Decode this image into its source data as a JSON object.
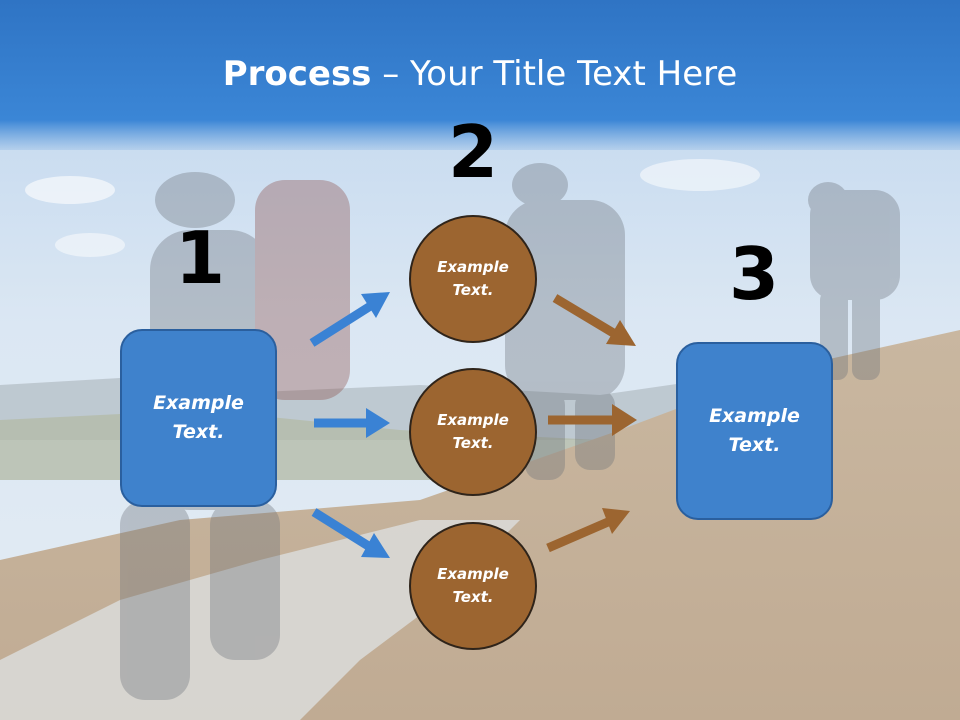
{
  "slide": {
    "title_bold": "Process",
    "title_rest": " – Your Title Text Here"
  },
  "steps": {
    "one": {
      "number": "1",
      "box_text": "Example Text."
    },
    "two": {
      "number": "2",
      "circles": [
        "Example Text.",
        "Example Text.",
        "Example Text."
      ]
    },
    "three": {
      "number": "3",
      "box_text": "Example Text."
    }
  },
  "colors": {
    "title_band": "#3a82d2",
    "box_fill": "#3f82cc",
    "circle_fill": "#9c6530",
    "blue_arrow": "#3a82d4",
    "brown_arrow": "#9c6530"
  }
}
